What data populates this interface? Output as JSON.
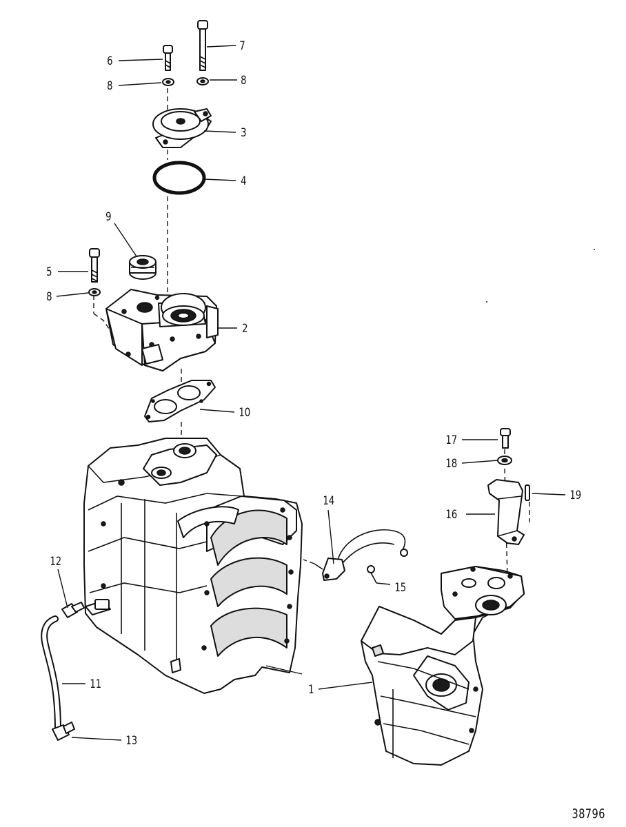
{
  "callouts": [
    {
      "id": "c1",
      "text": "1"
    },
    {
      "id": "c2",
      "text": "2"
    },
    {
      "id": "c3",
      "text": "3"
    },
    {
      "id": "c4",
      "text": "4"
    },
    {
      "id": "c5",
      "text": "5"
    },
    {
      "id": "c6",
      "text": "6"
    },
    {
      "id": "c7",
      "text": "7"
    },
    {
      "id": "c8a",
      "text": "8"
    },
    {
      "id": "c8b",
      "text": "8"
    },
    {
      "id": "c8c",
      "text": "8"
    },
    {
      "id": "c9",
      "text": "9"
    },
    {
      "id": "c10",
      "text": "10"
    },
    {
      "id": "c11",
      "text": "11"
    },
    {
      "id": "c12",
      "text": "12"
    },
    {
      "id": "c13",
      "text": "13"
    },
    {
      "id": "c14",
      "text": "14"
    },
    {
      "id": "c15",
      "text": "15"
    },
    {
      "id": "c16",
      "text": "16"
    },
    {
      "id": "c17",
      "text": "17"
    },
    {
      "id": "c18",
      "text": "18"
    },
    {
      "id": "c19",
      "text": "19"
    }
  ],
  "figure_number": "38796"
}
